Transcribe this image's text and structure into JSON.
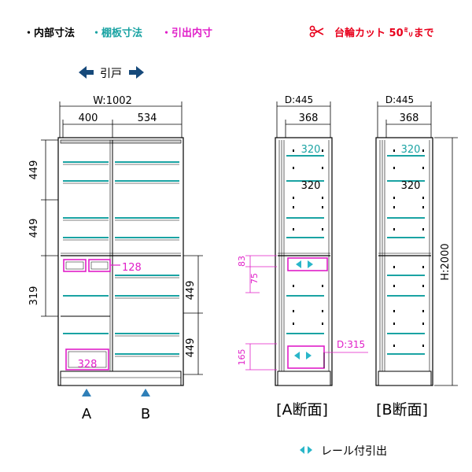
{
  "legend": {
    "interior": "・内部寸法",
    "shelf": "・棚板寸法",
    "drawer": "・引出内寸",
    "caster": "台輪カット 50㍉まで",
    "caster_icon": "scissors-icon"
  },
  "colors": {
    "black": "#000000",
    "teal": "#1aa3a3",
    "magenta": "#e01ec8",
    "red": "#e8001c",
    "navy": "#16497a",
    "steel": "#2f7fb8",
    "cyan": "#29b6c9"
  },
  "front": {
    "sliding_label": "引戸",
    "width_total": "W:1002",
    "width_left": "400",
    "width_right": "534",
    "left_heights": [
      "449",
      "449",
      "319"
    ],
    "right_heights": [
      "449",
      "449"
    ],
    "drawer_height": "128",
    "drawer_width": "328",
    "marker_a": "A",
    "marker_b": "B"
  },
  "section_a": {
    "depth_total": "D:445",
    "depth_inner": "368",
    "shelf_top": "320",
    "shelf_second": "320",
    "dim_83": "83",
    "dim_75": "75",
    "dim_165": "165",
    "dim_d315": "D:315",
    "caption": "[A断面]"
  },
  "section_b": {
    "depth_total": "D:445",
    "depth_inner": "368",
    "shelf_top": "320",
    "shelf_second": "320",
    "height_total": "H:2000",
    "caption": "[B断面]"
  },
  "footer": {
    "rail_label": "レール付引出"
  }
}
